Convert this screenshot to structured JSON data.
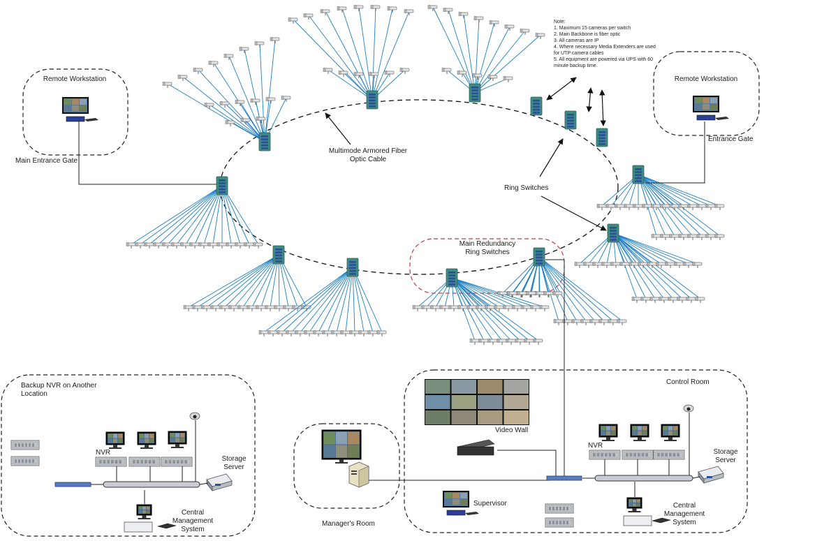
{
  "zones": {
    "remote_left": "Remote Workstation",
    "remote_right": "Remote Workstation",
    "backup": "Backup NVR on Another Location",
    "control": "Control Room",
    "manager": "Manager's Room"
  },
  "labels": {
    "main_entrance_gate": "Main Entrance Gate",
    "entrance_gate": "Entrance Gate",
    "fiber_cable": "Multimode Armored Fiber Optic Cable",
    "ring_switches": "Ring Switches",
    "main_redundancy": "Main Redundancy Ring Switches",
    "video_wall": "Video Wall",
    "nvr_left": "NVR",
    "nvr_right": "NVR",
    "storage_left": "Storage Server",
    "storage_right": "Storage Server",
    "cms_left": "Central Management System",
    "cms_right": "Central Management System",
    "supervisor": "Supervisor"
  },
  "notes": {
    "heading": "Note:",
    "items": [
      "1. Maximum 15 cameras per switch",
      "2. Main Backbone is fiber optic",
      "3. All cameras are IP",
      "4. Where necessary Media Extenders are used for UTP camera cables",
      "5. All equipment are powered via UPS with 60 minute backup time."
    ]
  },
  "colors": {
    "camera_link": "#1f7fc4",
    "switch": "#3f8a82",
    "switch_ports": "#2b4f9a",
    "dashed_zone": "#222222",
    "redundancy_zone": "#d23a3a",
    "wire": "#222222"
  }
}
